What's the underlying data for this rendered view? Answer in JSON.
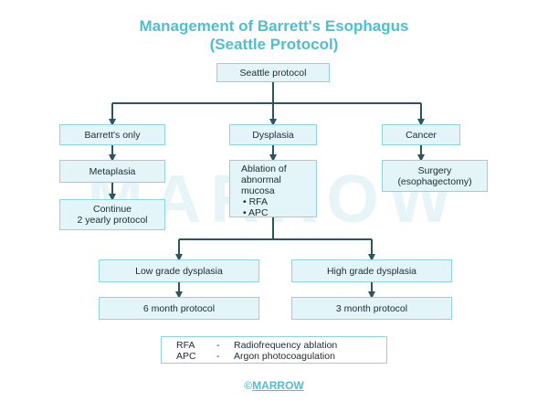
{
  "title_line1": "Management of Barrett's Esophagus",
  "title_line2": "(Seattle Protocol)",
  "watermark": "MARROW",
  "nodes": {
    "root": "Seattle protocol",
    "barretts_only": "Barrett's only",
    "dysplasia": "Dysplasia",
    "cancer": "Cancer",
    "metaplasia": "Metaplasia",
    "continue_line1": "Continue",
    "continue_line2": "2 yearly protocol",
    "ablation_line1": "Ablation of",
    "ablation_line2": "abnormal",
    "ablation_line3": "mucosa",
    "ablation_item1": "• RFA",
    "ablation_item2": "• APC",
    "surgery_line1": "Surgery",
    "surgery_line2": "(esophagectomy)",
    "low_grade": "Low grade dysplasia",
    "high_grade": "High grade dysplasia",
    "six_month": "6 month protocol",
    "three_month": "3 month protocol"
  },
  "legend": [
    {
      "abbr": "RFA",
      "dash": "-",
      "definition": "Radiofrequency ablation"
    },
    {
      "abbr": "APC",
      "dash": "-",
      "definition": "Argon photocoagulation"
    }
  ],
  "footer": {
    "symbol": "©",
    "brand": "MARROW"
  },
  "colors": {
    "accent": "#4fbfcf",
    "box_fill": "#e3f5f8",
    "box_border": "#8fd3de",
    "connector": "#2f5460"
  }
}
